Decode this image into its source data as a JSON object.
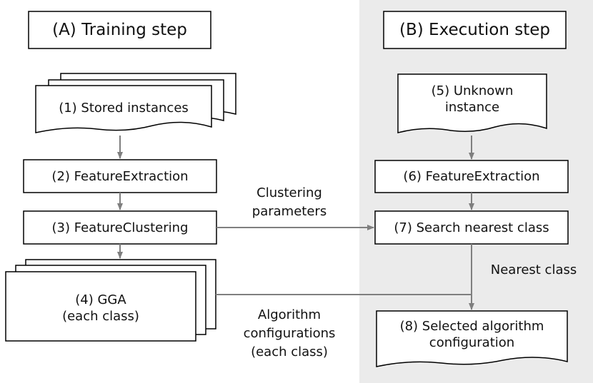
{
  "colors": {
    "panel": "#ebebeb",
    "arrow": "#7f7f7f",
    "stroke": "#000000",
    "box": "#ffffff"
  },
  "training": {
    "header": "(A) Training step",
    "stored_instances": "(1) Stored instances",
    "feature_extraction": "(2) FeatureExtraction",
    "feature_clustering": "(3) FeatureClustering",
    "gga": "(4) GGA\n(each class)"
  },
  "execution": {
    "header": "(B) Execution step",
    "unknown_instance": "(5) Unknown\ninstance",
    "feature_extraction": "(6) FeatureExtraction",
    "search_nearest": "(7) Search nearest class",
    "selected_config": "(8) Selected algorithm\nconfiguration"
  },
  "edges": {
    "clustering_parameters": "Clustering\nparameters",
    "nearest_class": "Nearest class",
    "algorithm_configurations": "Algorithm\nconfigurations\n(each class)"
  }
}
